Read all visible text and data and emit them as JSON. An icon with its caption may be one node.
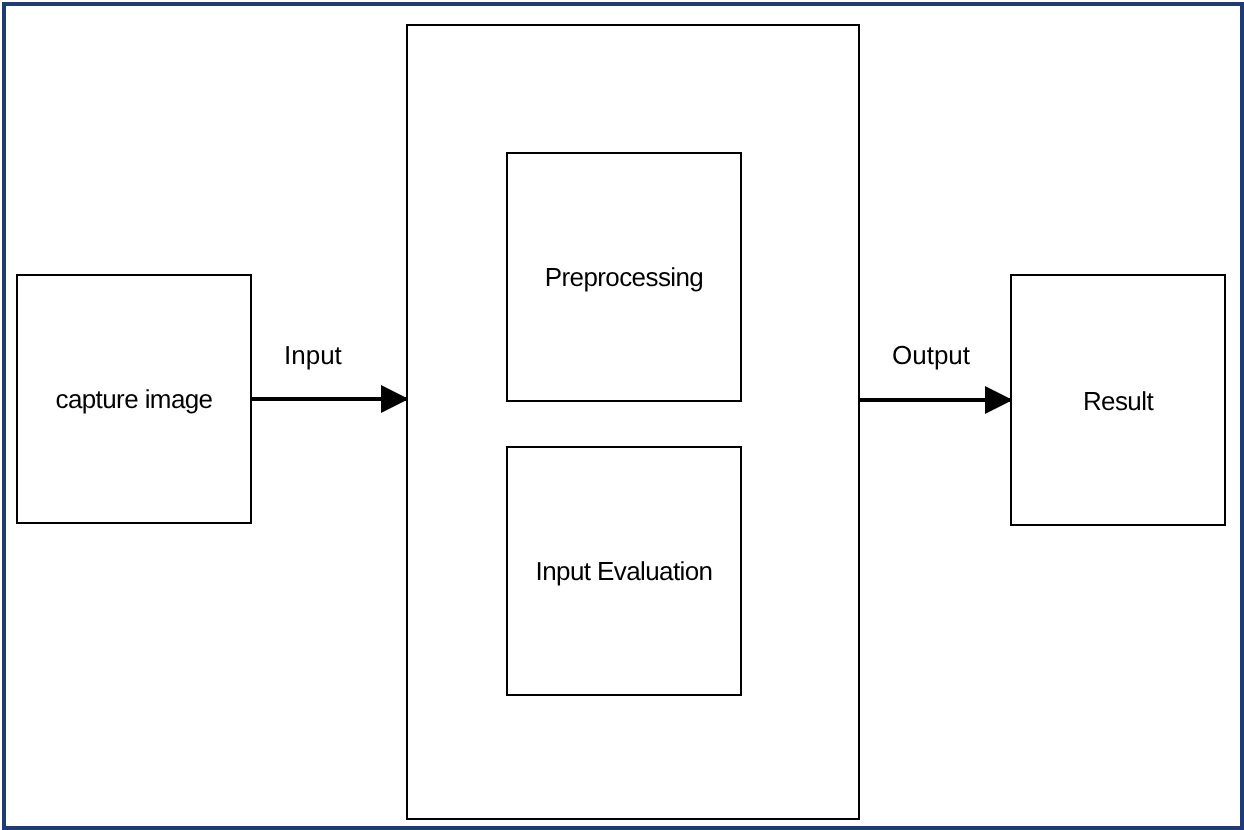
{
  "diagram": {
    "nodes": [
      {
        "text": [
          "capture image"
        ]
      },
      {
        "text": [],
        "shape": "box"
      },
      {
        "text": [
          "Preprocessing"
        ],
        "in": 1
      },
      {
        "text": [
          "Input Evaluation"
        ],
        "in": 1
      },
      {
        "text": [
          "Result"
        ]
      }
    ],
    "edges": [
      {
        "from": 0,
        "to": 1,
        "arrow": "to",
        "label": "Input"
      },
      {
        "from": 1,
        "to": 4,
        "arrow": "to",
        "label": "Output"
      }
    ]
  }
}
